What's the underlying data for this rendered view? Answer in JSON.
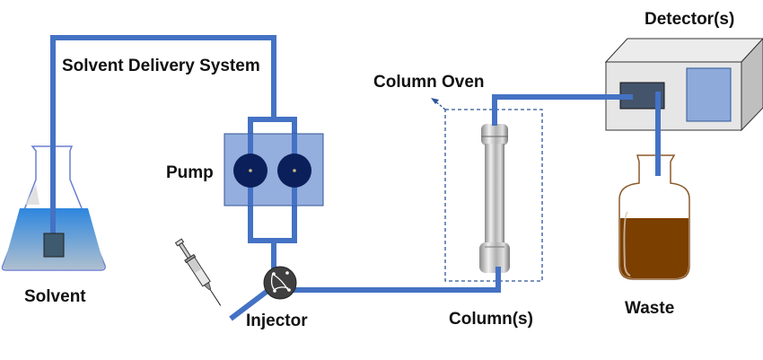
{
  "diagram": {
    "title": "HPLC system schematic",
    "labels": {
      "solvent_delivery_system": "Solvent Delivery System",
      "solvent": "Solvent",
      "pump": "Pump",
      "injector": "Injector",
      "column_oven": "Column Oven",
      "columns": "Column(s)",
      "detectors": "Detector(s)",
      "waste": "Waste"
    },
    "colors": {
      "tubing": "#4472c4",
      "pump_body": "#8eaadb",
      "pump_head": "#0b1f5b",
      "solvent_liquid": "#2e86de",
      "solvent_filter": "#3e5a6e",
      "injector_body": "#404040",
      "oven_outline": "#2f5597",
      "detector_body": "#e6e6e6",
      "detector_side": "#bfbfbf",
      "detector_cell": "#44546a",
      "detector_screen": "#8eaadb",
      "waste_liquid": "#7b3f00",
      "waste_outline": "#8b5a2b"
    },
    "icons": {
      "solvent": "erlenmeyer-flask-icon",
      "pump": "dual-pump-icon",
      "injector": "injection-valve-icon",
      "syringe": "syringe-icon",
      "column": "hplc-column-icon",
      "detector": "detector-box-icon",
      "waste": "waste-bottle-icon"
    }
  }
}
